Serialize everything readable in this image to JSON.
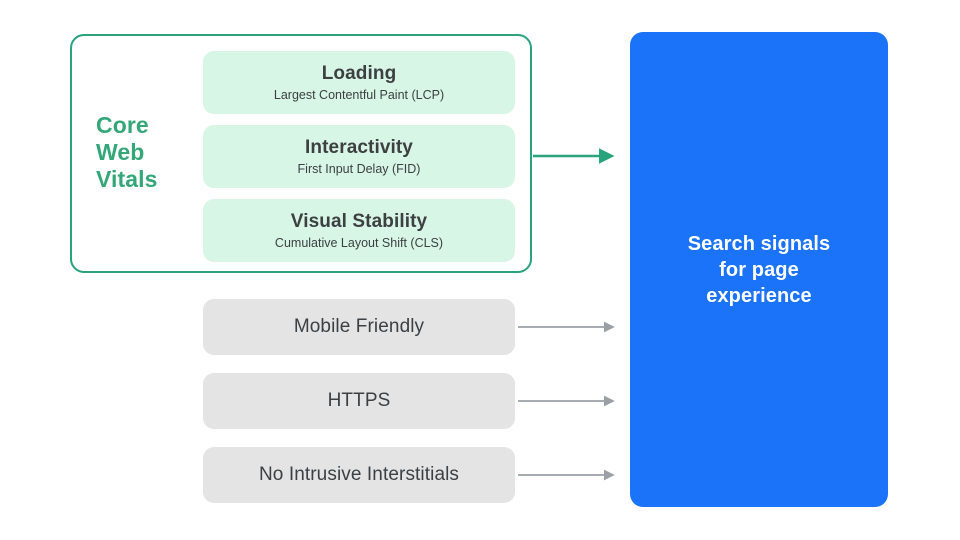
{
  "diagram": {
    "title": "Search signals for page experience",
    "colors": {
      "green_accent": "#34A779",
      "green_border": "#29A37B",
      "green_card_bg": "#D8F6E5",
      "gray_card_bg": "#E4E4E4",
      "blue_box_bg": "#1A73F8",
      "arrow_gray": "#9AA0A6",
      "text_dark": "#3C4043",
      "text_white": "#FFFFFF"
    }
  },
  "core_web_vitals": {
    "group_label_lines": [
      "Core",
      "Web",
      "Vitals"
    ],
    "group_label": "Core Web Vitals",
    "cards": [
      {
        "title": "Loading",
        "subtitle": "Largest Contentful Paint (LCP)"
      },
      {
        "title": "Interactivity",
        "subtitle": "First Input Delay (FID)"
      },
      {
        "title": "Visual Stability",
        "subtitle": "Cumulative Layout Shift (CLS)"
      }
    ]
  },
  "other_signals": [
    {
      "label": "Mobile Friendly"
    },
    {
      "label": "HTTPS"
    },
    {
      "label": "No Intrusive Interstitials"
    }
  ],
  "destination": {
    "lines": [
      "Search signals",
      "for page",
      "experience"
    ],
    "text": "Search signals for page experience"
  },
  "arrows": [
    {
      "name": "core-web-vitals-arrow",
      "color": "#29A37B"
    },
    {
      "name": "mobile-friendly-arrow",
      "color": "#9AA0A6"
    },
    {
      "name": "https-arrow",
      "color": "#9AA0A6"
    },
    {
      "name": "no-intrusive-interstitials-arrow",
      "color": "#9AA0A6"
    }
  ]
}
